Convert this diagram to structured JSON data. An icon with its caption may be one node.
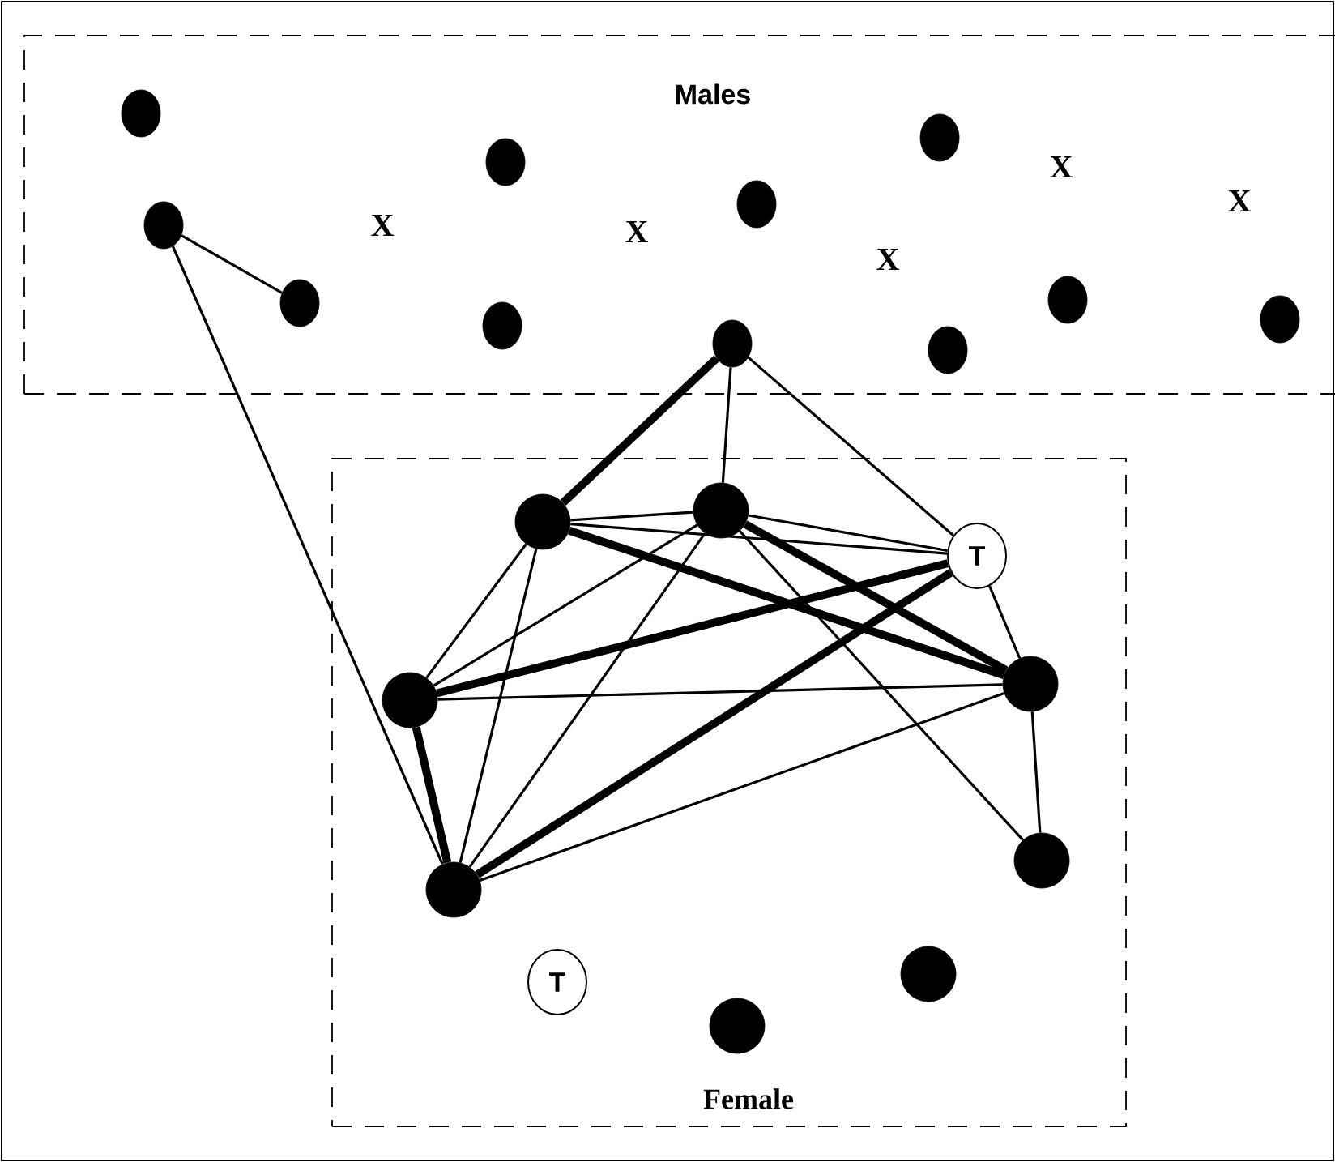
{
  "diagram": {
    "nodes": [
      {
        "text": [
          "Males"
        ]
      },
      {
        "text": [
          "Female"
        ]
      },
      {
        "text": [],
        "shape": "circle",
        "in": 0
      },
      {
        "text": [],
        "shape": "circle",
        "in": 0
      },
      {
        "text": [],
        "shape": "circle",
        "in": 0
      },
      {
        "text": [],
        "shape": "circle",
        "in": 0
      },
      {
        "text": [],
        "shape": "circle",
        "in": 0
      },
      {
        "text": [],
        "shape": "circle",
        "in": 0
      },
      {
        "text": [],
        "shape": "circle",
        "in": 0
      },
      {
        "text": [],
        "shape": "circle",
        "in": 0
      },
      {
        "text": [],
        "shape": "circle",
        "in": 0
      },
      {
        "text": [],
        "shape": "circle",
        "in": 0
      },
      {
        "text": [],
        "shape": "circle",
        "in": 0
      },
      {
        "text": [],
        "shape": "circle",
        "in": 1
      },
      {
        "text": [],
        "shape": "circle",
        "in": 1
      },
      {
        "text": [
          "T"
        ],
        "in": 1
      },
      {
        "text": [],
        "shape": "circle",
        "in": 1
      },
      {
        "text": [],
        "shape": "circle",
        "in": 1
      },
      {
        "text": [],
        "shape": "circle",
        "in": 1
      },
      {
        "text": [],
        "shape": "circle",
        "in": 1
      },
      {
        "text": [
          "T"
        ],
        "in": 1
      },
      {
        "text": [],
        "shape": "circle",
        "in": 1
      },
      {
        "text": [],
        "shape": "circle",
        "in": 1
      }
    ],
    "edges": [
      {
        "from": 3,
        "to": 4,
        "arrow": "none"
      },
      {
        "from": 3,
        "to": 18,
        "arrow": "none"
      },
      {
        "from": 8,
        "to": 13,
        "arrow": "none",
        "style": "thick"
      },
      {
        "from": 8,
        "to": 14,
        "arrow": "none"
      },
      {
        "from": 8,
        "to": 15,
        "arrow": "none"
      },
      {
        "from": 13,
        "to": 14,
        "arrow": "none"
      },
      {
        "from": 13,
        "to": 15,
        "arrow": "none"
      },
      {
        "from": 13,
        "to": 17,
        "arrow": "none",
        "style": "thick"
      },
      {
        "from": 13,
        "to": 16,
        "arrow": "none"
      },
      {
        "from": 13,
        "to": 18,
        "arrow": "none"
      },
      {
        "from": 14,
        "to": 15,
        "arrow": "none"
      },
      {
        "from": 14,
        "to": 16,
        "arrow": "none"
      },
      {
        "from": 14,
        "to": 18,
        "arrow": "none"
      },
      {
        "from": 14,
        "to": 17,
        "arrow": "none",
        "style": "thick"
      },
      {
        "from": 14,
        "to": 19,
        "arrow": "none"
      },
      {
        "from": 15,
        "to": 16,
        "arrow": "none",
        "style": "thick"
      },
      {
        "from": 15,
        "to": 18,
        "arrow": "none",
        "style": "thick"
      },
      {
        "from": 15,
        "to": 17,
        "arrow": "none"
      },
      {
        "from": 16,
        "to": 17,
        "arrow": "none"
      },
      {
        "from": 16,
        "to": 18,
        "arrow": "none",
        "style": "thick"
      },
      {
        "from": 18,
        "to": 17,
        "arrow": "none"
      },
      {
        "from": 17,
        "to": 19,
        "arrow": "none"
      }
    ],
    "labels": [
      "X",
      "X",
      "X",
      "X",
      "X"
    ]
  }
}
